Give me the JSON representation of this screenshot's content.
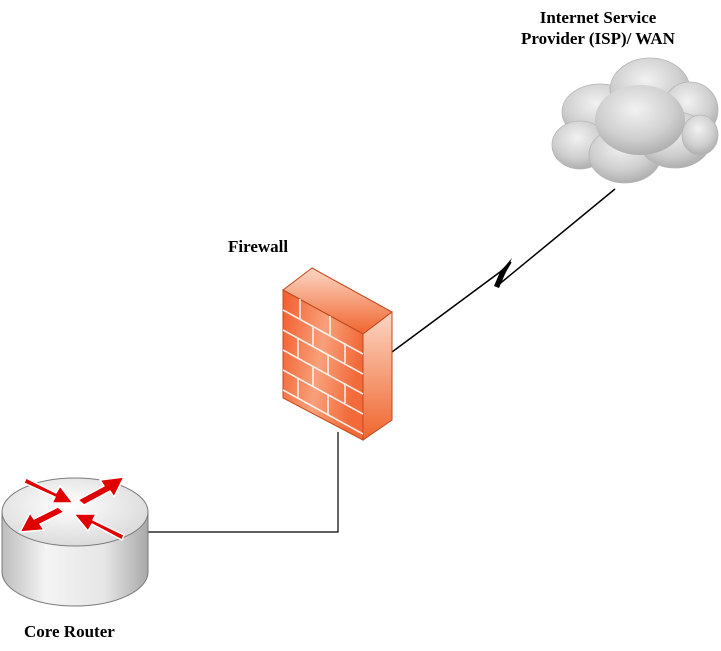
{
  "nodes": {
    "isp": {
      "label_line1": "Internet Service",
      "label_line2": "Provider (ISP)/ WAN",
      "icon": "cloud-icon"
    },
    "firewall": {
      "label": "Firewall",
      "icon": "firewall-brick-wall-icon"
    },
    "router": {
      "label": "Core Router",
      "icon": "router-icon"
    }
  },
  "links": [
    {
      "from": "firewall",
      "to": "isp",
      "style": "lightning-serial-link"
    },
    {
      "from": "router",
      "to": "firewall",
      "style": "ethernet-link"
    }
  ],
  "colors": {
    "firewall_brick": "#f06a3a",
    "router_arrows": "#e00000",
    "cloud": "#c8c8c8",
    "link": "#000000"
  }
}
